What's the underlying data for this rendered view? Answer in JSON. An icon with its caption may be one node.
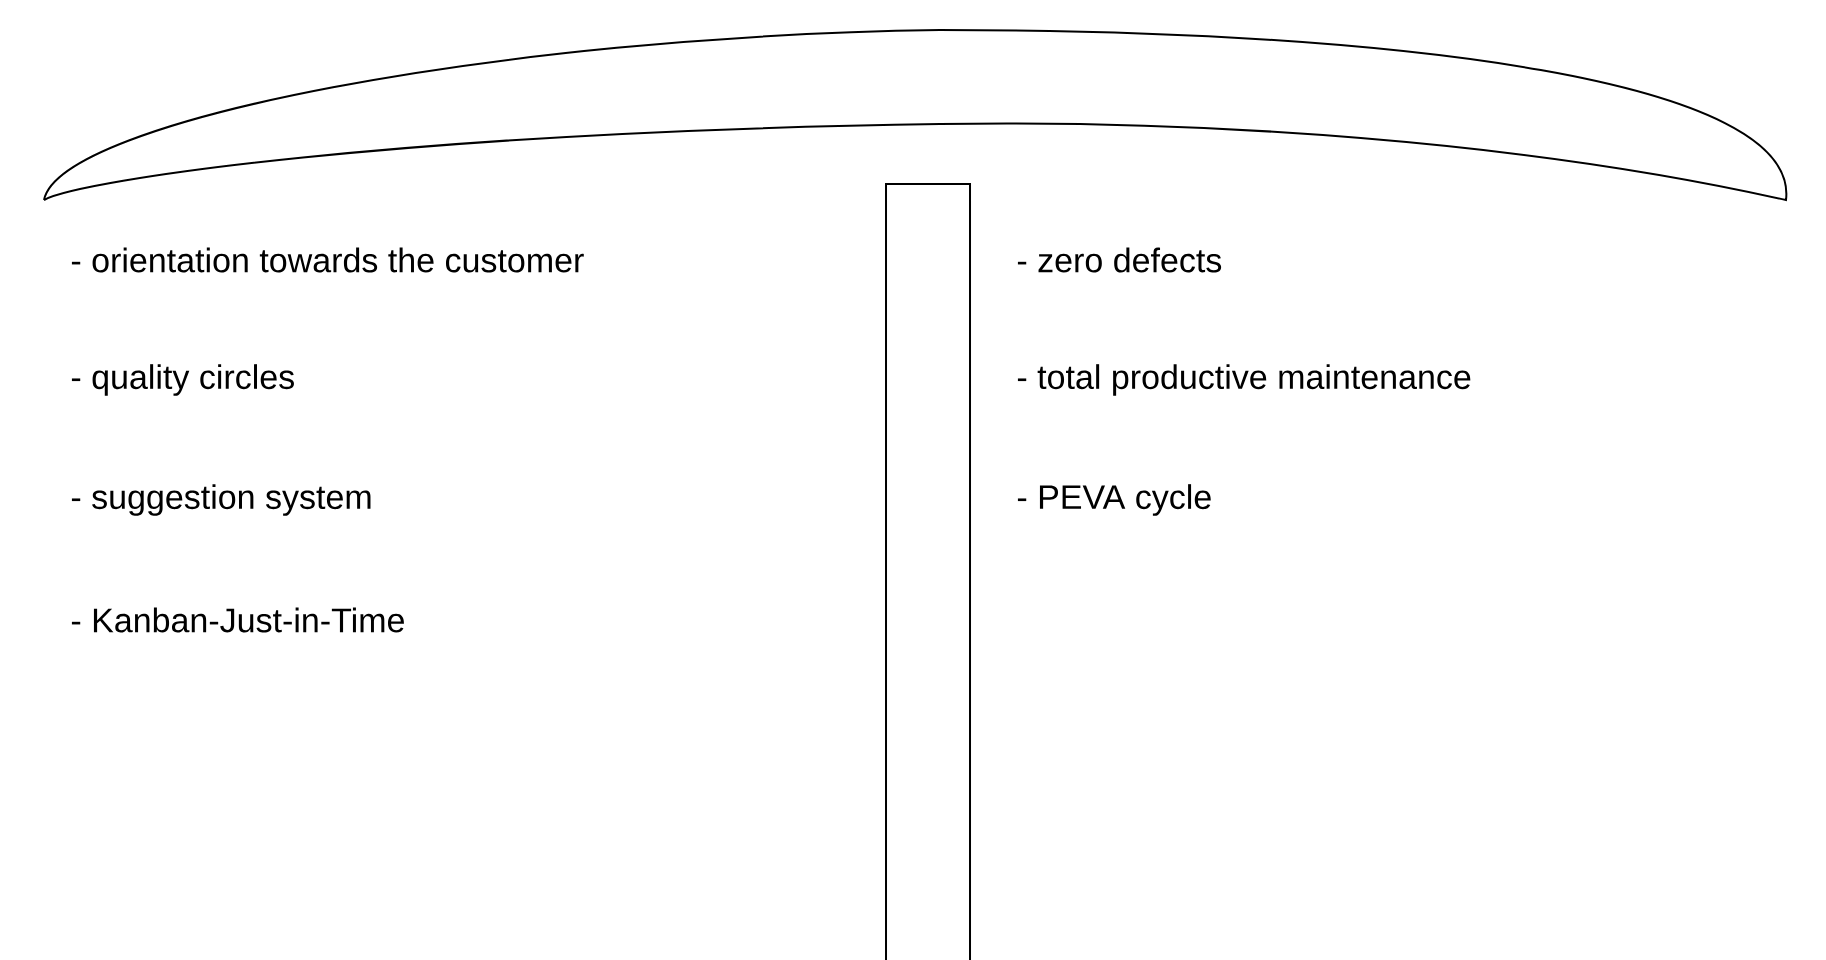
{
  "diagram": {
    "labels": [
      "- orientation towards the customer",
      "- quality circles",
      "- suggestion system",
      "- Kanban-Just-in-Time",
      "- zero defects",
      "- total productive maintenance",
      "- PEVA cycle"
    ]
  }
}
